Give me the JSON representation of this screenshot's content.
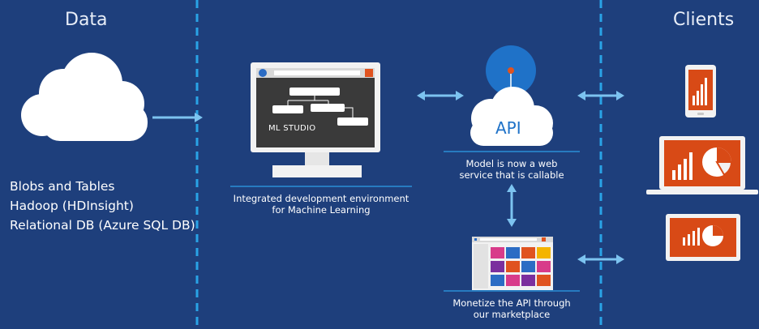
{
  "headings": {
    "data": "Data",
    "clients": "Clients"
  },
  "sources": [
    "Blobs and Tables",
    "Hadoop (HDInsight)",
    "Relational DB (Azure SQL DB)"
  ],
  "studio": {
    "screen_label": "ML STUDIO",
    "caption_line1": "Integrated development environment",
    "caption_line2": "for Machine Learning"
  },
  "api": {
    "label": "API",
    "caption_line1": "Model is now a web",
    "caption_line2": "service that is callable"
  },
  "marketplace": {
    "caption_line1": "Monetize the API through",
    "caption_line2": "our marketplace"
  },
  "colors": {
    "background": "#1e3f7c",
    "divider": "#29a3e6",
    "arrow": "#7cc3f0",
    "accent_orange": "#d84a16",
    "api_circle": "#1f72c8"
  },
  "icons": [
    "cloud-icon",
    "monitor-icon",
    "api-cloud-icon",
    "tablet-icon",
    "laptop-icon",
    "monitor-small-icon",
    "marketplace-icon"
  ]
}
